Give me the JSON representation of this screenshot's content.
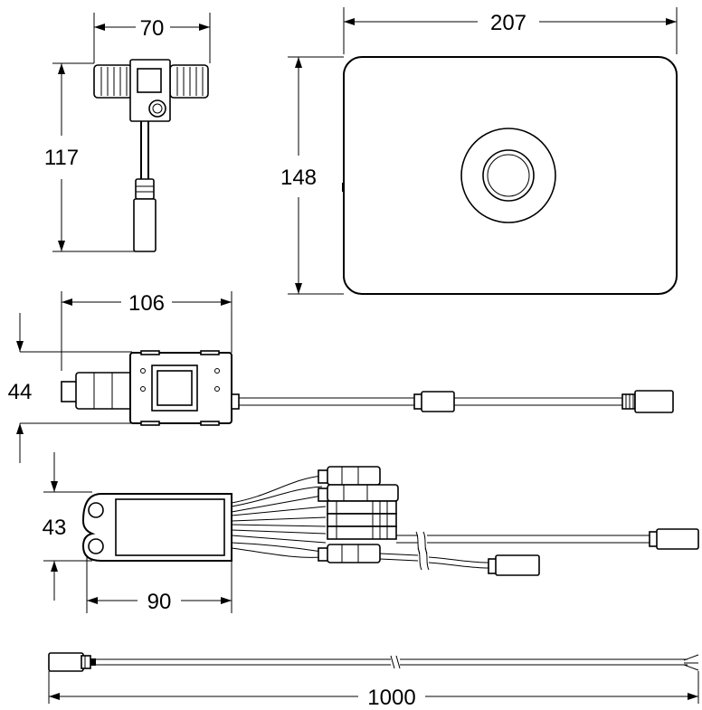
{
  "dimensions": {
    "t_connector_width": "70",
    "t_connector_height": "117",
    "plate_width": "207",
    "plate_height": "148",
    "module_length": "106",
    "module_height": "44",
    "box_height": "43",
    "box_length": "90",
    "cable_length": "1000"
  }
}
